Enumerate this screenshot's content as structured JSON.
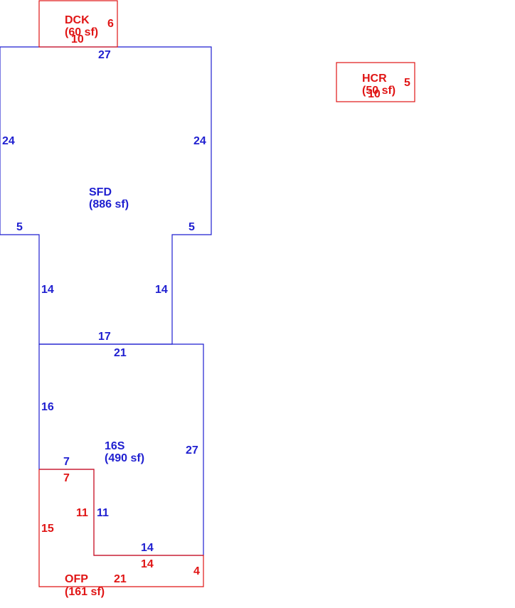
{
  "colors": {
    "main": "#1f1fd0",
    "secondary": "#e01515"
  },
  "areas": {
    "sfd": {
      "code": "SFD",
      "area": "(886 sf)"
    },
    "s16": {
      "code": "16S",
      "area": "(490 sf)"
    },
    "dck": {
      "code": "DCK",
      "area": "(60 sf)"
    },
    "hcr": {
      "code": "HCR",
      "area": "(50 sf)"
    },
    "ofp": {
      "code": "OFP",
      "area": "(161 sf)"
    }
  },
  "dims": {
    "sfd_top": "27",
    "sfd_left": "24",
    "sfd_right": "24",
    "sfd_step_left": "5",
    "sfd_step_right": "5",
    "sfd_neck_left": "14",
    "sfd_neck_right": "14",
    "sfd_bottom": "17",
    "s16_top": "21",
    "s16_left": "16",
    "s16_right": "27",
    "s16_notch_top": "7",
    "s16_notch_side": "11",
    "s16_bottom": "14",
    "dck_width": "10",
    "dck_height": "6",
    "hcr_width": "10",
    "hcr_height": "5",
    "ofp_top": "7",
    "ofp_left": "15",
    "ofp_inner": "11",
    "ofp_mid": "14",
    "ofp_bottom": "21",
    "ofp_right": "4"
  }
}
